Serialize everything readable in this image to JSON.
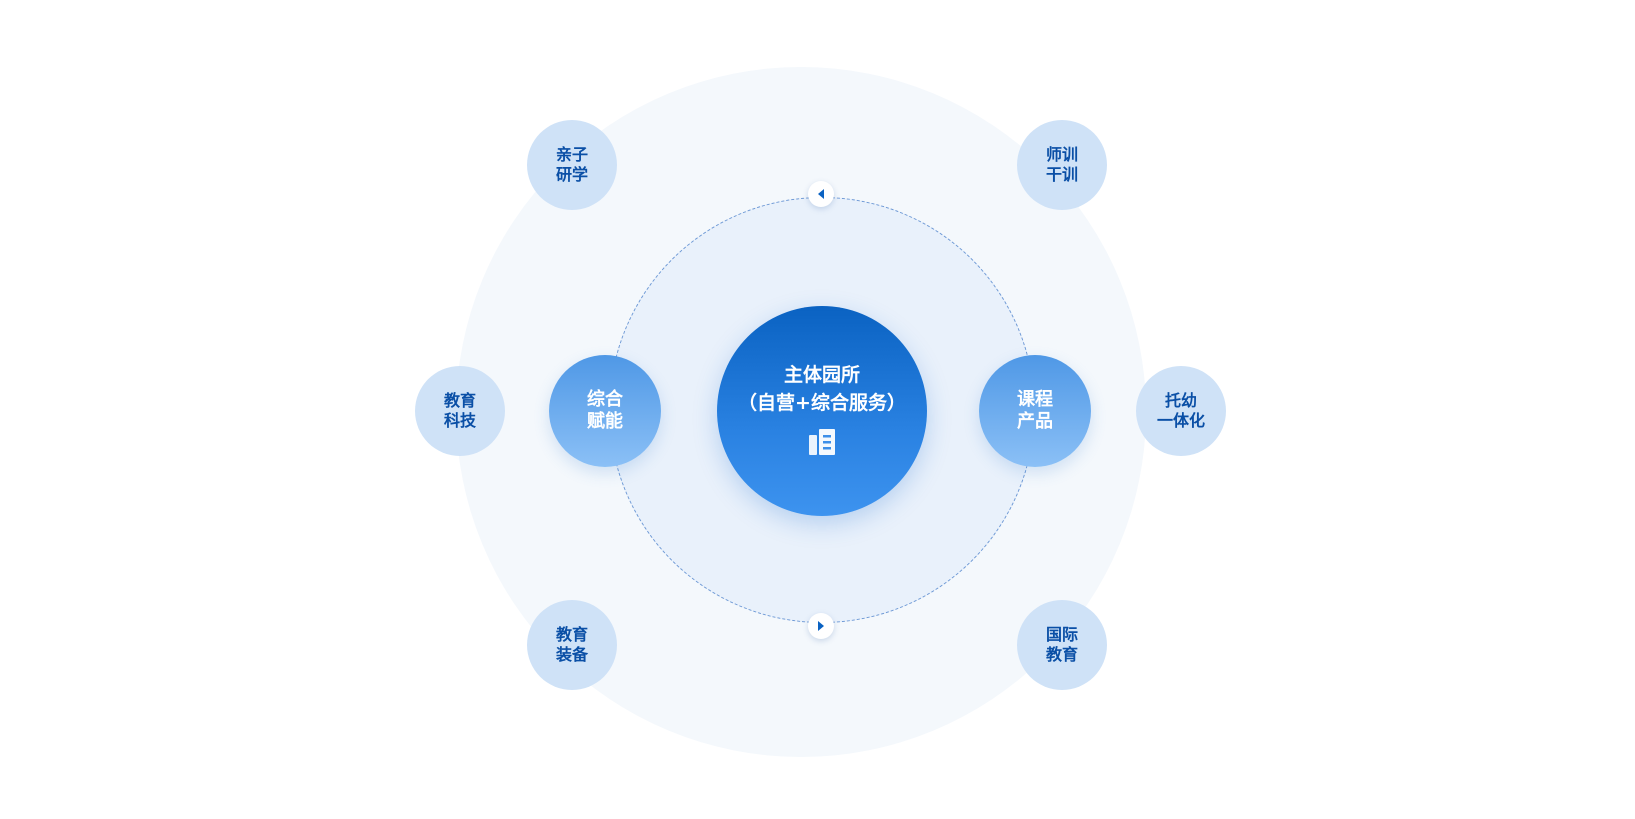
{
  "core": {
    "title": "主体园所\n（自营+综合服务）",
    "icon": "building-icon"
  },
  "middle": [
    {
      "id": "left",
      "label": "综合\n赋能"
    },
    {
      "id": "right",
      "label": "课程\n产品"
    }
  ],
  "satellites": [
    {
      "id": "top-left",
      "label": "亲子\n研学"
    },
    {
      "id": "top-right",
      "label": "师训\n干训"
    },
    {
      "id": "mid-left",
      "label": "教育\n科技"
    },
    {
      "id": "mid-right",
      "label": "托幼\n一体化"
    },
    {
      "id": "bottom-left",
      "label": "教育\n装备"
    },
    {
      "id": "bottom-right",
      "label": "国际\n教育"
    }
  ],
  "controls": {
    "prev_icon": "caret-left-icon",
    "next_icon": "caret-right-icon"
  },
  "colors": {
    "primary": "#0a62c2",
    "satellite_bg": "#cfe2f7",
    "satellite_text": "#0a4fa6"
  }
}
